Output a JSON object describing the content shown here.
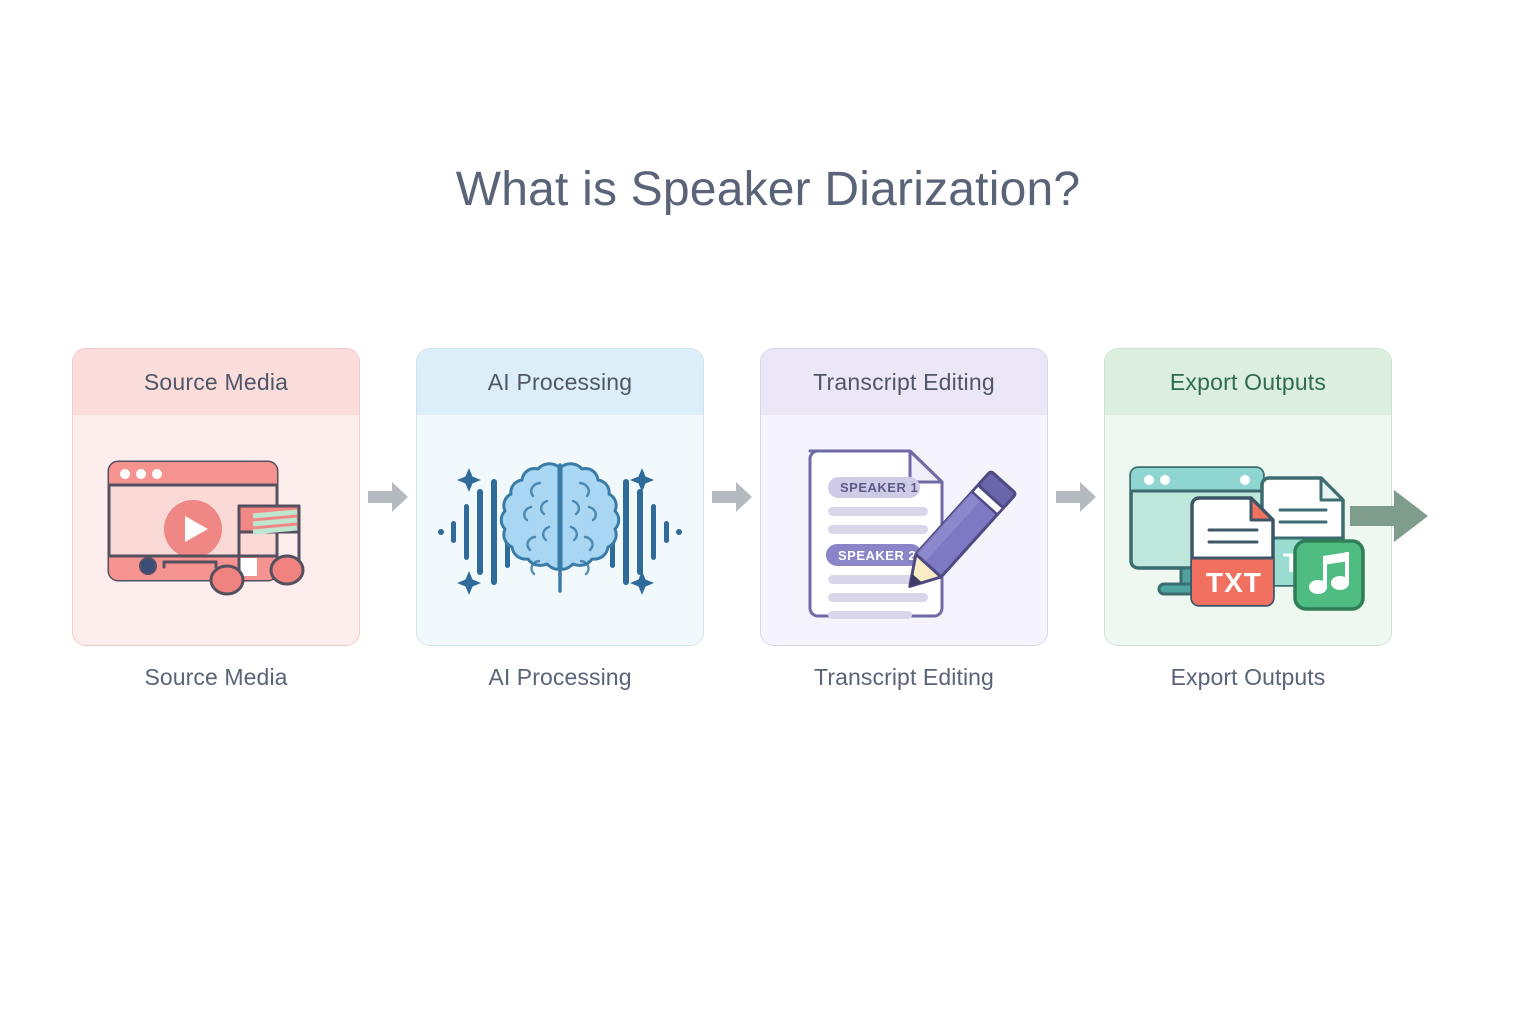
{
  "page": {
    "title": "What is Speaker Diarization?",
    "background": "#ffffff",
    "title_color": "#5a6378"
  },
  "flow": {
    "connector_color": "#b5b9c0",
    "final_arrow_color": "#7e9d8c",
    "steps": [
      {
        "id": "source-media",
        "header": "Source Media",
        "caption": "Source Media",
        "theme": "red",
        "header_bg": "#fbdedc",
        "body_bg": "#fdeeed",
        "header_text_color": "#4f5668",
        "accent": "#f08a87",
        "icon": "video-player-music-icon"
      },
      {
        "id": "ai-processing",
        "header": "AI Processing",
        "caption": "AI Processing",
        "theme": "blue",
        "header_bg": "#dceef8",
        "body_bg": "#f2f9fd",
        "header_text_color": "#4f5668",
        "accent": "#3a7ca8",
        "icon": "brain-waveform-icon"
      },
      {
        "id": "transcript-editing",
        "header": "Transcript Editing",
        "caption": "Transcript Editing",
        "theme": "purple",
        "header_bg": "#ece7f6",
        "body_bg": "#f5f3fb",
        "header_text_color": "#4f5668",
        "accent": "#7b78bd",
        "icon": "document-pencil-icon",
        "document_labels": [
          "SPEAKER 1",
          "SPEAKER 2"
        ]
      },
      {
        "id": "export-outputs",
        "header": "Export Outputs",
        "caption": "Export Outputs",
        "theme": "green",
        "header_bg": "#dcefdf",
        "body_bg": "#eff8f0",
        "header_text_color": "#2f6b4d",
        "accent": "#4fbd82",
        "icon": "export-files-icon",
        "file_badge": "TXT"
      }
    ]
  }
}
